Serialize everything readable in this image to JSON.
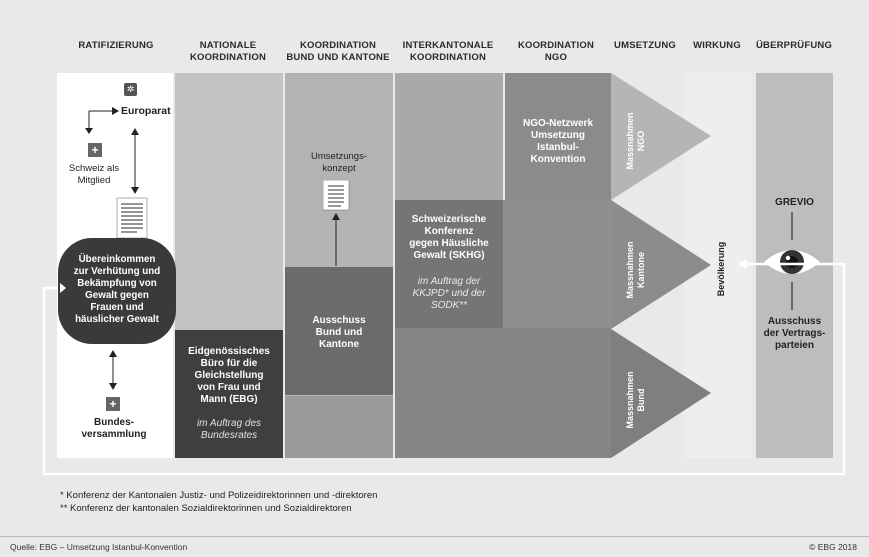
{
  "headers": {
    "ratifizierung": "RATIFIZIERUNG",
    "nationale": "NATIONALE\nKOORDINATION",
    "bund_kantone": "KOORDINATION\nBUND UND KANTONE",
    "interkantonale": "INTERKANTONALE\nKOORDINATION",
    "ngo": "KOORDINATION\nNGO",
    "umsetzung": "UMSETZUNG",
    "wirkung": "WIRKUNG",
    "ueberpruefung": "ÜBERPRÜFUNG"
  },
  "ratifizierung": {
    "europarat": "Europarat",
    "schweiz": "Schweiz als\nMitglied",
    "uebereinkommen": "Übereinkommen\nzur Verhütung und\nBekämpfung von\nGewalt gegen\nFrauen und\nhäuslicher Gewalt",
    "bundesversammlung": "Bundes-\nversammlung"
  },
  "nationale": {
    "ebg": "Eidgenössisches\nBüro für die\nGleichstellung\nvon Frau und\nMann (EBG)",
    "auftrag": "im Auftrag des\nBundesrates"
  },
  "bund_kantone": {
    "umsetzungskonzept": "Umsetzungs-\nkonzept",
    "ausschuss": "Ausschuss\nBund und\nKantone"
  },
  "interkantonale": {
    "skhg": "Schweizerische\nKonferenz\ngegen Häusliche\nGewalt (SKHG)",
    "auftrag": "im Auftrag der\nKKJPD* und der\nSODK**"
  },
  "ngo": {
    "netzwerk": "NGO-Netzwerk\nUmsetzung\nIstanbul-\nKonvention"
  },
  "umsetzung": {
    "ngo": "Massnahmen\nNGO",
    "kantone": "Massnahmen\nKantone",
    "bund": "Massnahmen\nBund"
  },
  "wirkung": {
    "bevoelkerung": "Bevölkerung"
  },
  "ueberpruefung": {
    "grevio": "GREVIO",
    "ausschuss": "Ausschuss\nder Vertrags-\nparteien"
  },
  "footnotes": {
    "f1": "*  Konferenz der Kantonalen Justiz- und Polizeidirektorinnen und -direktoren",
    "f2": "** Konferenz der kantonalen Sozialdirektorinnen und Sozialdirektoren"
  },
  "footer": {
    "source": "Quelle: EBG – Umsetzung Istanbul-Konvention",
    "copyright": "© EBG 2018"
  }
}
